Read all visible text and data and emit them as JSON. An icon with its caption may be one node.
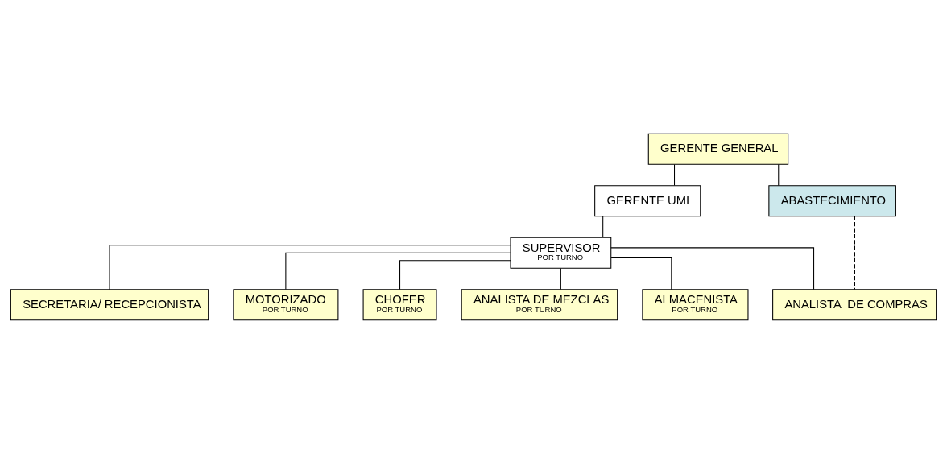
{
  "diagram": {
    "nodes": [
      {
        "text": [
          "GERENTE GENERAL"
        ]
      },
      {
        "text": [
          "GERENTE UMI"
        ]
      },
      {
        "text": [
          "ABASTECIMIENTO"
        ]
      },
      {
        "text": [
          "SUPERVISOR",
          "POR TURNO"
        ]
      },
      {
        "text": [
          "SECRETARIA/ RECEPCIONISTA"
        ]
      },
      {
        "text": [
          "MOTORIZADO",
          "POR TURNO"
        ]
      },
      {
        "text": [
          "CHOFER",
          "POR TURNO"
        ]
      },
      {
        "text": [
          "ANALISTA DE MEZCLAS",
          "POR TURNO"
        ]
      },
      {
        "text": [
          "ALMACENISTA",
          "POR TURNO"
        ]
      },
      {
        "text": [
          "ANALISTA  DE COMPRAS"
        ]
      }
    ],
    "edges": [
      {
        "from": 0,
        "to": 1,
        "arrow": "none"
      },
      {
        "from": 0,
        "to": 2,
        "arrow": "none"
      },
      {
        "from": 1,
        "to": 3,
        "arrow": "none"
      },
      {
        "from": 3,
        "to": 4,
        "arrow": "none"
      },
      {
        "from": 3,
        "to": 5,
        "arrow": "none"
      },
      {
        "from": 3,
        "to": 6,
        "arrow": "none"
      },
      {
        "from": 3,
        "to": 7,
        "arrow": "none"
      },
      {
        "from": 3,
        "to": 8,
        "arrow": "none"
      },
      {
        "from": 3,
        "to": 9,
        "arrow": "none"
      },
      {
        "from": 2,
        "to": 9,
        "arrow": "none",
        "style": "dashed"
      }
    ]
  }
}
